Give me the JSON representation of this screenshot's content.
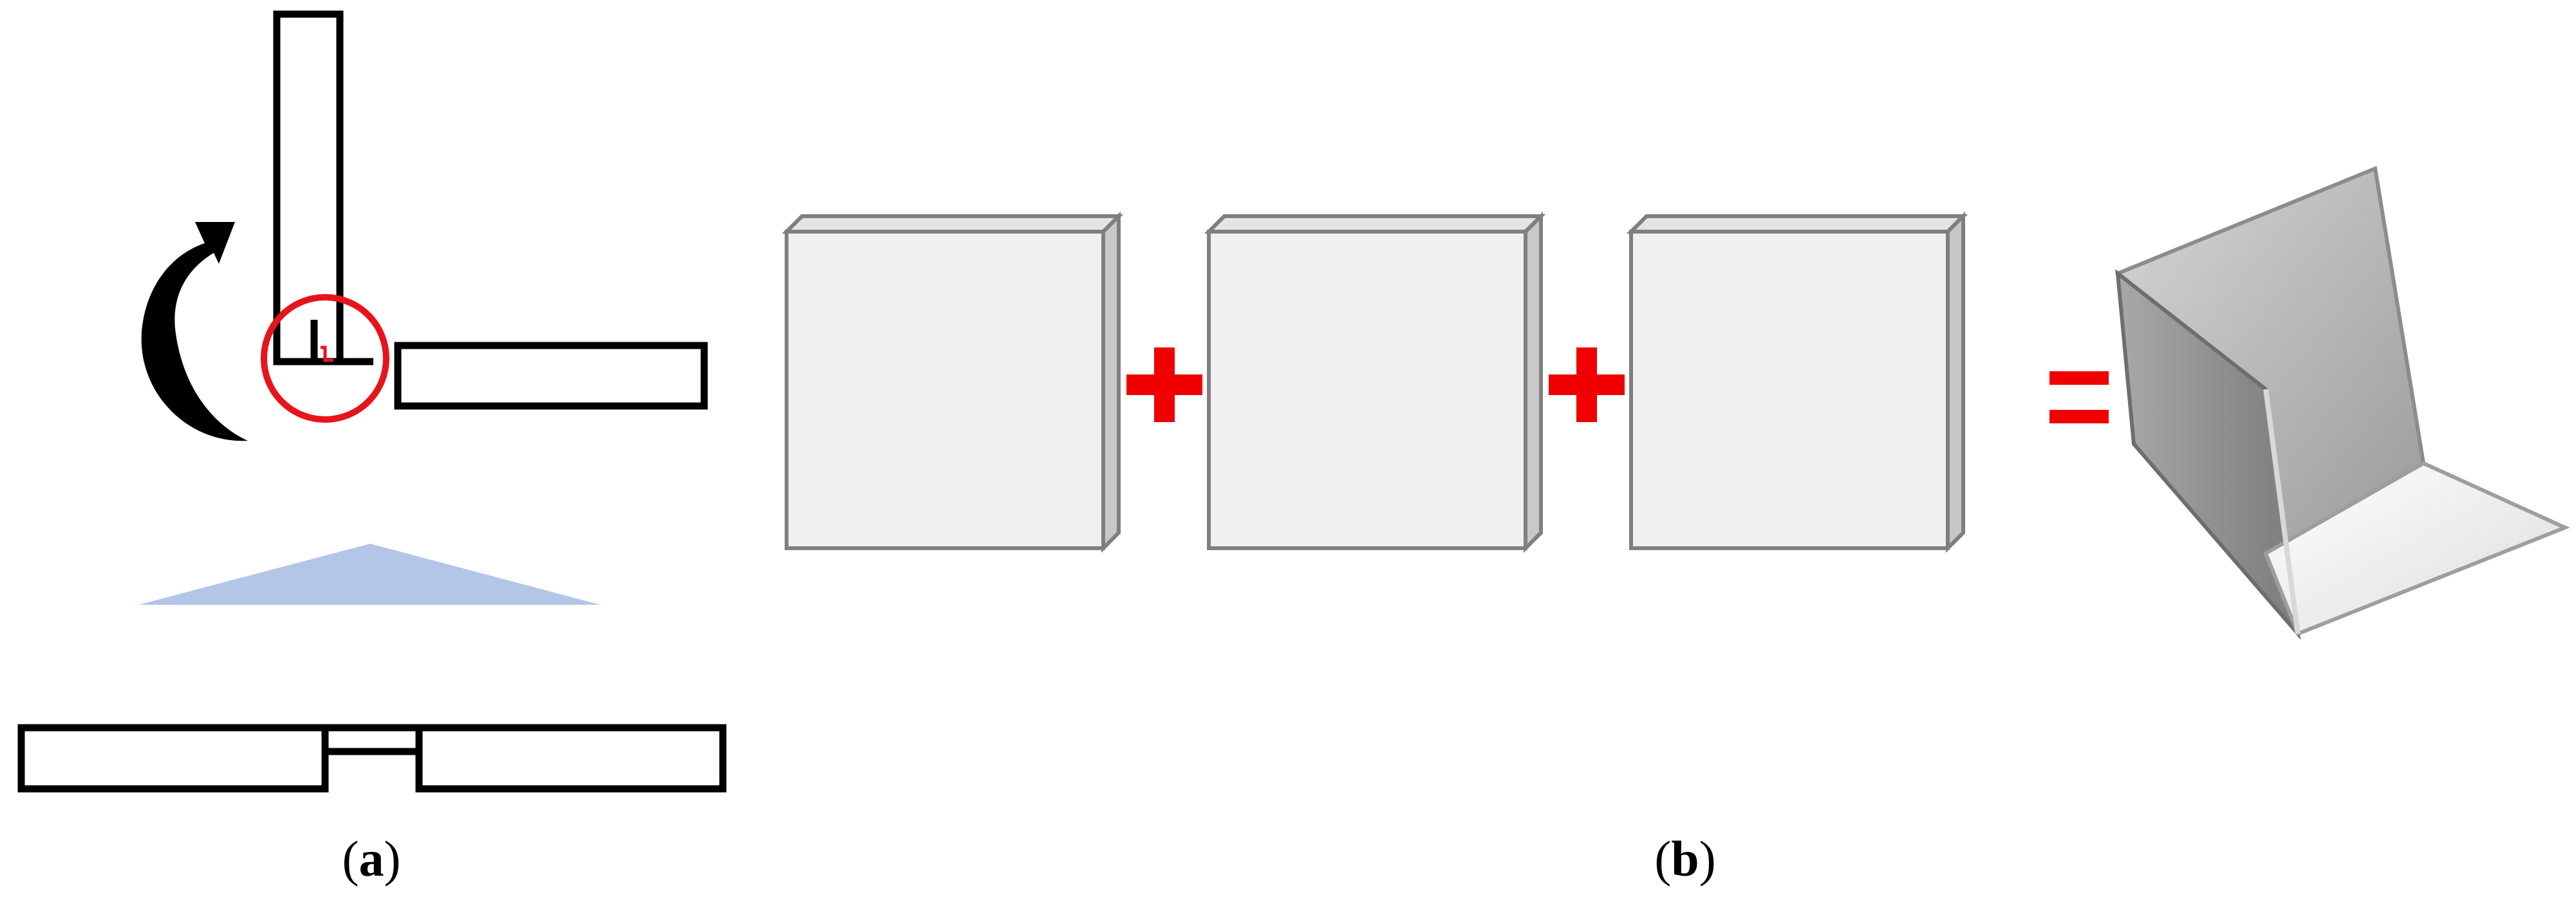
{
  "panels": [
    {
      "id": "a",
      "letter": "a"
    },
    {
      "id": "b",
      "letter": "b"
    }
  ],
  "colors": {
    "outline": "#000000",
    "highlight": "#e8141b",
    "hinge_base": "#b4c6e7",
    "panel_face": "#f0f0f0",
    "panel_edge": "#7f7f7f",
    "panel_side": "#c8c8c8",
    "operator": "#f00000",
    "bracket_dark": "#8c8c8c",
    "bracket_mid": "#b9b9b9",
    "bracket_light": "#ececec"
  },
  "icons": {
    "rotation": "curved-arrow-icon",
    "plus": "plus-sign-icon",
    "equals": "equals-sign-icon"
  }
}
